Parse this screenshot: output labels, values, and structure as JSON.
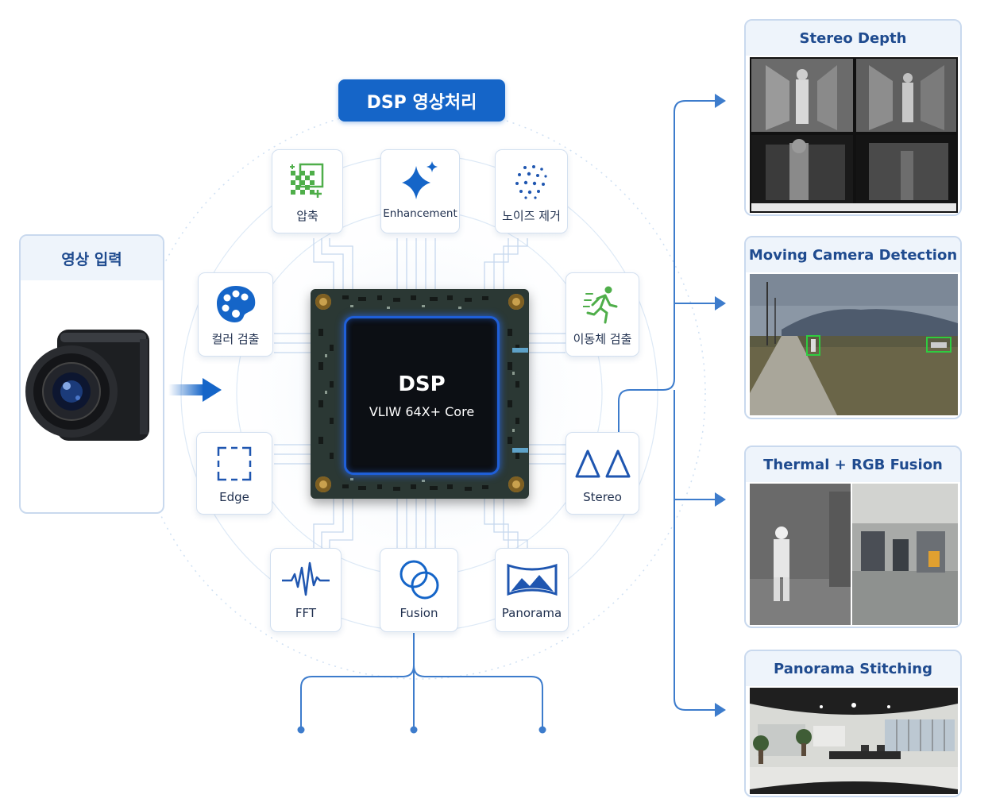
{
  "title": "DSP 영상처리",
  "input": {
    "label": "영상 입력"
  },
  "chip": {
    "name": "DSP",
    "core": "VLIW 64X+ Core"
  },
  "modules": {
    "compression": "압축",
    "enhancement": "Enhancement",
    "noise": "노이즈 제거",
    "color": "컬러 검출",
    "motion": "이동체 검출",
    "edge": "Edge",
    "stereo": "Stereo",
    "fft": "FFT",
    "fusion": "Fusion",
    "panorama": "Panorama"
  },
  "outputs": {
    "stereo_depth": "Stereo Depth",
    "moving_detection": "Moving Camera Detection",
    "thermal_fusion": "Thermal + RGB Fusion",
    "panorama_stitching": "Panorama Stitching"
  },
  "colors": {
    "accent": "#1565c8",
    "connector": "#3d7ccc",
    "card_border": "#c9d9ee",
    "chip_glow": "#1f5fd8"
  }
}
